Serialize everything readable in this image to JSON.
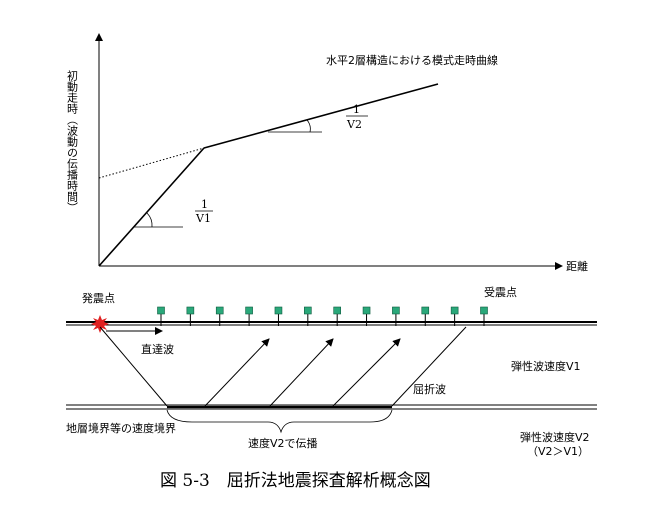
{
  "graph": {
    "curve_title": "水平2層構造における模式走時曲線",
    "y_axis_label": "初動走時（波動の伝播時間）",
    "x_axis_label": "距離",
    "slope1": {
      "numerator": "1",
      "denominator": "V1"
    },
    "slope2": {
      "numerator": "1",
      "denominator": "V2"
    }
  },
  "section": {
    "source_label": "発震点",
    "receiver_label": "受震点",
    "direct_wave_label": "直達波",
    "refracted_wave_label": "屈折波",
    "layer1_velocity": "弾性波速度V1",
    "boundary_label": "地層境界等の速度境界",
    "propagation_label": "速度V2で伝播",
    "layer2_velocity": "弾性波速度V2",
    "layer2_condition": "（V2＞V1）",
    "receiver_count": 12
  },
  "caption": "図 5-3　屈折法地震探査解析概念図",
  "colors": {
    "line": "#000000",
    "geophone": "#2aa87a",
    "source_burst": "#e02020"
  }
}
